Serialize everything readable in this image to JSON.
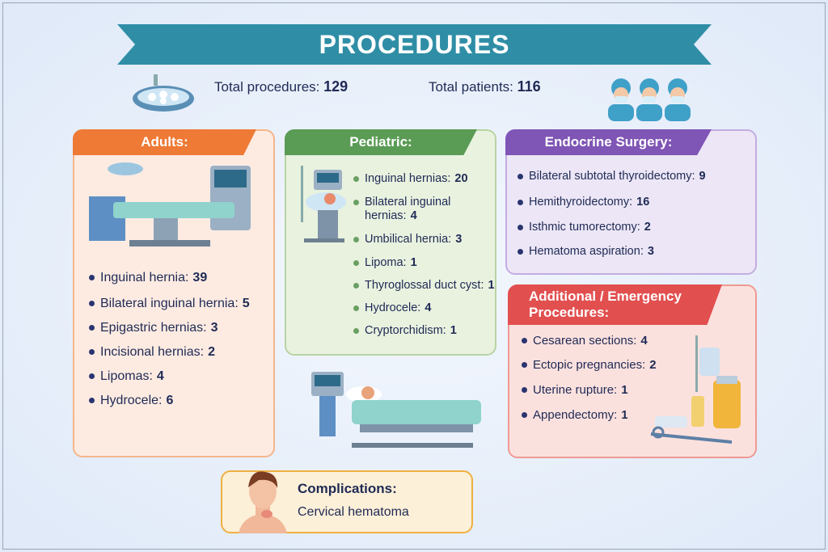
{
  "title": "PROCEDURES",
  "totals": {
    "procedures_label": "Total procedures:",
    "procedures_value": "129",
    "patients_label": "Total patients:",
    "patients_value": "116"
  },
  "adults": {
    "title": "Adults:",
    "items": [
      {
        "label": "Inguinal hernia:",
        "value": "39"
      },
      {
        "label": "Bilateral inguinal hernia:",
        "value": "5"
      },
      {
        "label": "Epigastric hernias:",
        "value": "3"
      },
      {
        "label": "Incisional hernias:",
        "value": "2"
      },
      {
        "label": "Lipomas:",
        "value": "4"
      },
      {
        "label": "Hydrocele:",
        "value": "6"
      }
    ]
  },
  "pediatric": {
    "title": "Pediatric:",
    "items": [
      {
        "label": "Inguinal hernias:",
        "value": "20"
      },
      {
        "label": "Bilateral inguinal hernias:",
        "value": "4"
      },
      {
        "label": "Umbilical hernia:",
        "value": "3"
      },
      {
        "label": "Lipoma:",
        "value": "1"
      },
      {
        "label": "Thyroglossal duct cyst:",
        "value": "1"
      },
      {
        "label": "Hydrocele:",
        "value": "4"
      },
      {
        "label": "Cryptorchidism:",
        "value": "1"
      }
    ]
  },
  "endocrine": {
    "title": "Endocrine Surgery:",
    "items": [
      {
        "label": "Bilateral subtotal thyroidectomy:",
        "value": "9"
      },
      {
        "label": "Hemithyroidectomy:",
        "value": "16"
      },
      {
        "label": "Isthmic tumorectomy:",
        "value": "2"
      },
      {
        "label": "Hematoma aspiration:",
        "value": "3"
      }
    ]
  },
  "additional": {
    "title": "Additional / Emergency Procedures:",
    "items": [
      {
        "label": "Cesarean sections:",
        "value": "4"
      },
      {
        "label": "Ectopic pregnancies:",
        "value": "2"
      },
      {
        "label": "Uterine rupture:",
        "value": "1"
      },
      {
        "label": "Appendectomy:",
        "value": "1"
      }
    ]
  },
  "complications": {
    "title": "Complications:",
    "text": "Cervical hematoma"
  },
  "colors": {
    "teal": "#2f8ea6",
    "orange": "#ee7a35",
    "green": "#5a9b55",
    "purple": "#7f55b5",
    "red": "#e24f4f",
    "gold": "#f0b040"
  }
}
